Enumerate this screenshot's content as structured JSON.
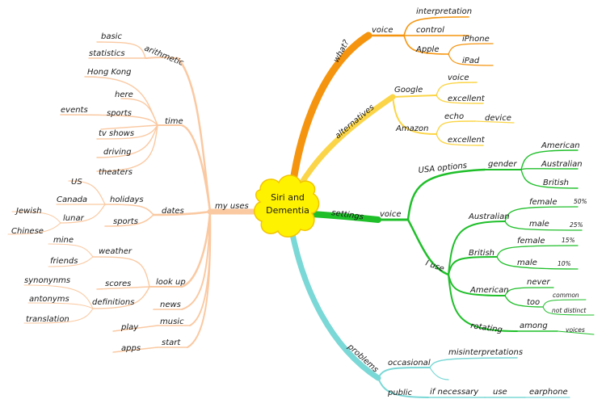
{
  "center": {
    "line1": "Siri and",
    "line2": "Dementia"
  },
  "colors": {
    "orange": "#f5950f",
    "yellow": "#fbd547",
    "green": "#1fbf2a",
    "teal": "#7ad8d6",
    "peach": "#fac9a2",
    "center_fill": "#fff200",
    "center_stroke": "#f2c400"
  },
  "what": {
    "label": "what?",
    "voice": "voice",
    "interpretation": "interpretation",
    "control": "control",
    "apple": "Apple",
    "iphone": "iPhone",
    "ipad": "iPad"
  },
  "alternatives": {
    "label": "alternatives",
    "google": "Google",
    "google_voice": "voice",
    "google_excellent": "excellent",
    "amazon": "Amazon",
    "echo": "echo",
    "device": "device",
    "amazon_excellent": "excellent"
  },
  "settings": {
    "label": "settings",
    "voice": "voice",
    "usa_options": "USA options",
    "gender": "gender",
    "american": "American",
    "australian_opt": "Australian",
    "british_opt": "British",
    "i_use": "I use",
    "australian": "Australian",
    "au_female": "female",
    "au_female_pct": "50%",
    "au_male": "male",
    "au_male_pct": "25%",
    "british": "British",
    "br_female": "female",
    "br_female_pct": "15%",
    "br_male": "male",
    "br_male_pct": "10%",
    "american_use": "American",
    "never": "never",
    "too": "too",
    "common": "common",
    "not_distinct": "not distinct",
    "rotating": "rotating",
    "among": "among",
    "voices": "voices"
  },
  "problems": {
    "label": "problems",
    "occasional": "occasional",
    "misinterpretations": "misinterpretations",
    "public": "public",
    "if_necessary": "if necessary",
    "use": "use",
    "earphone": "earphone"
  },
  "my_uses": {
    "label": "my uses",
    "arithmetic": "arithmetic",
    "basic": "basic",
    "statistics": "statistics",
    "time": "time",
    "hong_kong": "Hong Kong",
    "here": "here",
    "events": "events",
    "sports": "sports",
    "tv_shows": "tv shows",
    "driving": "driving",
    "theaters": "theaters",
    "dates": "dates",
    "holidays": "holidays",
    "us": "US",
    "canada": "Canada",
    "lunar": "lunar",
    "jewish": "Jewish",
    "chinese": "Chinese",
    "dates_sports": "sports",
    "look_up": "look up",
    "weather": "weather",
    "mine": "mine",
    "friends": "friends",
    "scores": "scores",
    "definitions": "definitions",
    "synonynms": "synonynms",
    "antonyms": "antonyms",
    "translation": "translation",
    "news": "news",
    "music": "music",
    "play": "play",
    "start": "start",
    "apps": "apps"
  }
}
